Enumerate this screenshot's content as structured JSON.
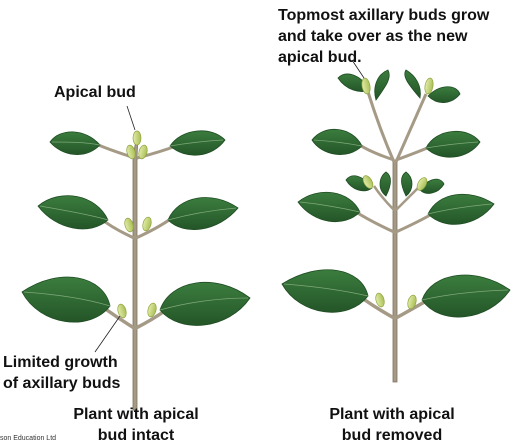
{
  "labels": {
    "apical_bud": "Apical bud",
    "limited_growth_line1": "Limited growth",
    "limited_growth_line2": "of axillary buds",
    "topmost_line1": "Topmost axillary buds grow",
    "topmost_line2": "and take over as the new",
    "topmost_line3": "apical bud.",
    "left_caption_line1": "Plant with apical",
    "left_caption_line2": "bud intact",
    "right_caption_line1": "Plant with apical",
    "right_caption_line2": "bud removed",
    "credit": "son Education Ltd"
  },
  "colors": {
    "leaf_fill": "#2e6b32",
    "leaf_dark": "#1f4d23",
    "leaf_vein": "#7fa878",
    "stem": "#a59a86",
    "stem_dark": "#7d735f",
    "bud_fill": "#c7d97a",
    "bud_dark": "#8ea43e",
    "text": "#111111"
  },
  "icons": {
    "leaf": "leaf-icon",
    "bud": "bud-icon"
  }
}
